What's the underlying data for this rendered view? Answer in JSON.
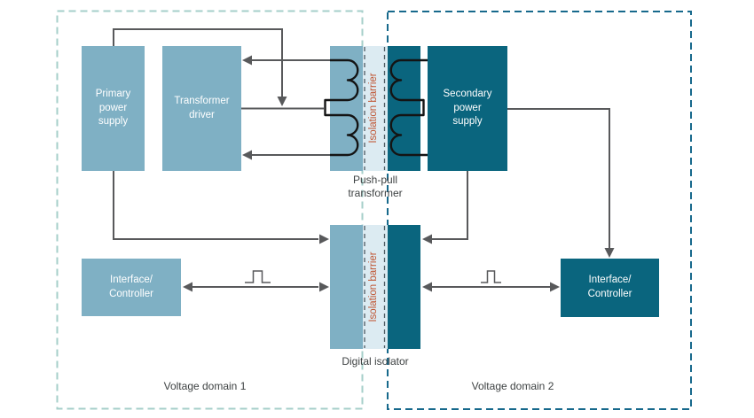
{
  "boxes": {
    "primary_supply": "Primary\npower\nsupply",
    "transformer_driver": "Transformer\ndriver",
    "secondary_supply": "Secondary\npower\nsupply",
    "interface_controller_1": "Interface/\nController",
    "interface_controller_2": "Interface/\nController"
  },
  "labels": {
    "push_pull_transformer": "Push-pull\ntransformer",
    "digital_isolator": "Digital isolator",
    "isolation_barrier_top": "Isolation barrier",
    "isolation_barrier_bottom": "Isolation barrier",
    "voltage_domain_1": "Voltage domain 1",
    "voltage_domain_2": "Voltage domain 2"
  },
  "symbols": {
    "pulse_signal": "square-pulse-waveform",
    "transformer_winding": "inductor-coil",
    "arrow": "filled-triangle-arrowhead"
  },
  "colors": {
    "light_blue": "#7fb0c4",
    "dark_teal": "#0a657e",
    "barrier_fill": "#dcebf2",
    "barrier_dash": "#4e5a61",
    "domain1_border": "#a6cfca",
    "domain2_border": "#17698c",
    "isolation_text": "#bf5330",
    "wire_color": "#58595b",
    "coil_color": "#141414",
    "label_text": "#3e4243",
    "box_text": "#ffffff"
  }
}
